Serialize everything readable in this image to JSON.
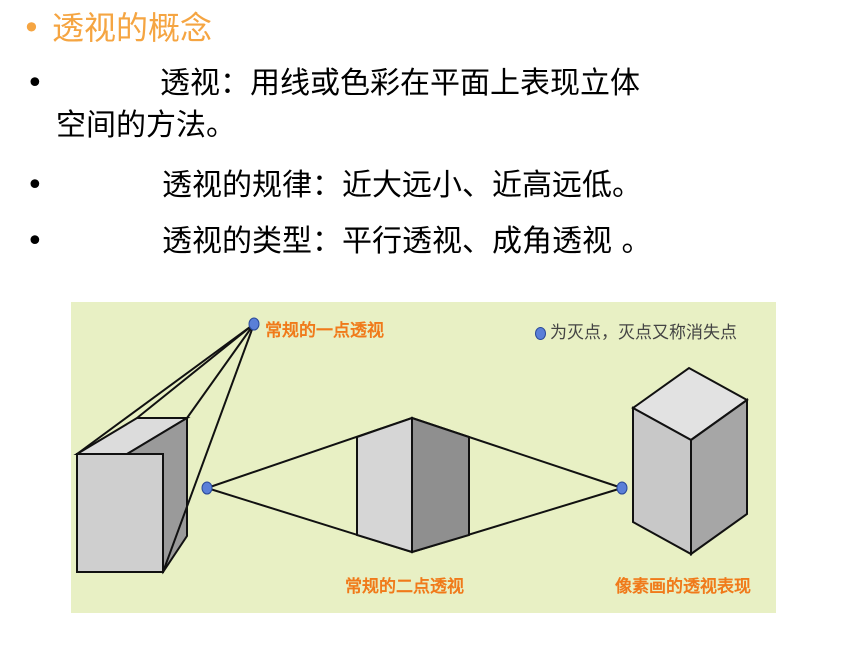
{
  "title": {
    "bullet": "•",
    "text": "透视的概念"
  },
  "items": [
    {
      "bullet": "•",
      "text_line1": "透视：用线或色彩在平面上表现立体",
      "text_line2": "空间的方法。"
    },
    {
      "bullet": "•",
      "text": "透视的规律：近大远小、近高远低。"
    },
    {
      "bullet": "•",
      "text": "透视的类型：平行透视、成角透视 。"
    }
  ],
  "figure": {
    "label_one_point": "常规的一点透视",
    "label_two_point": "常规的二点透视",
    "label_sketch": "像素画的透视表现",
    "note": "为灭点，灭点又称消失点"
  },
  "colors": {
    "title": "#f5a542",
    "label": "#f07a1a",
    "figure_bg": "#e8f0c4",
    "vanishing_point": "#5a7fd8"
  }
}
